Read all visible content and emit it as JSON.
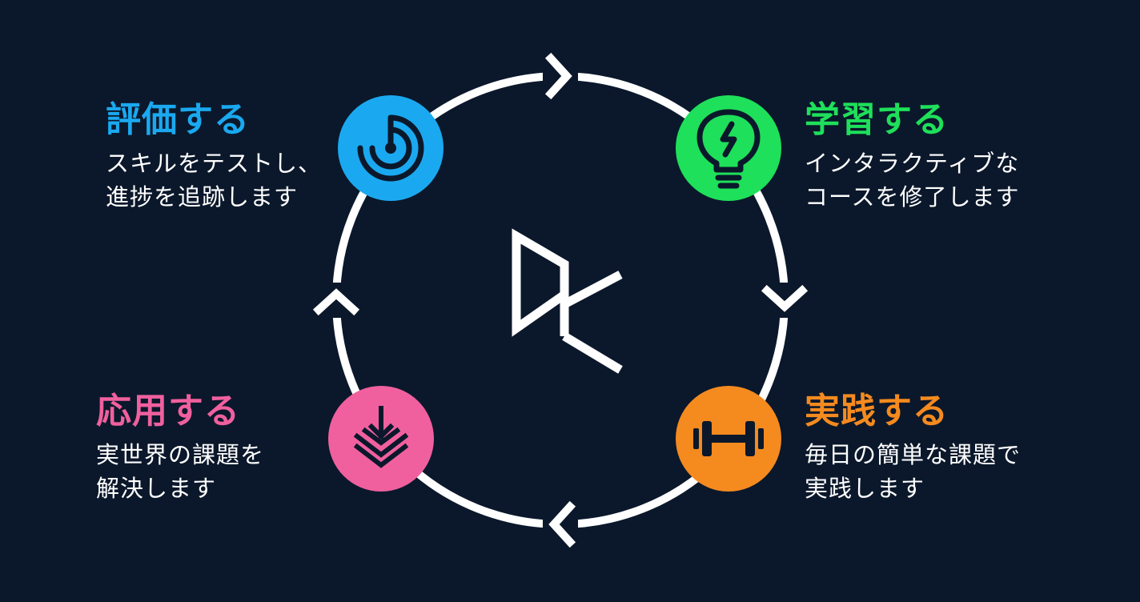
{
  "steps": {
    "assess": {
      "title": "評価する",
      "desc_line1": "スキルをテストし、",
      "desc_line2": "進捗を追跡します",
      "color": "#1aa9f0",
      "icon": "target-icon"
    },
    "learn": {
      "title": "学習する",
      "desc_line1": "インタラクティブな",
      "desc_line2": "コースを修了します",
      "color": "#1ee05a",
      "icon": "lightbulb-icon"
    },
    "practice": {
      "title": "実践する",
      "desc_line1": "毎日の簡単な課題で",
      "desc_line2": "実践します",
      "color": "#f58a1f",
      "icon": "dumbbell-icon"
    },
    "apply": {
      "title": "応用する",
      "desc_line1": "実世界の課題を",
      "desc_line2": "解決します",
      "color": "#f0609e",
      "icon": "layers-download-icon"
    }
  },
  "center_logo": "dc-logo-icon",
  "ring_color": "#ffffff"
}
